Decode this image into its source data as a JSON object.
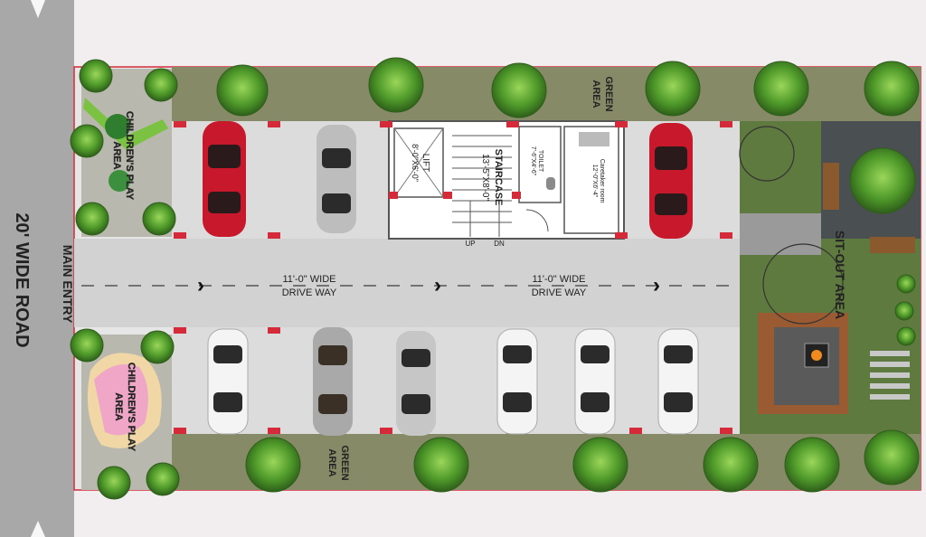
{
  "road": {
    "label": "20' WIDE ROAD"
  },
  "entry": {
    "label": "MAIN ENTRY"
  },
  "play_area": {
    "top": {
      "line1": "CHILDREN'S PLAY",
      "line2": "AREA"
    },
    "bottom": {
      "line1": "CHILDREN'S PLAY",
      "line2": "AREA"
    }
  },
  "green_area": {
    "top": {
      "line1": "GREEN",
      "line2": "AREA"
    },
    "bottom": {
      "line1": "GREEN",
      "line2": "AREA"
    }
  },
  "lift": {
    "line1": "LIFT",
    "line2": "8'-0\"X6'-0\""
  },
  "staircase": {
    "line1": "STAIRCASE",
    "line2": "13'-5\"X8'-0\"",
    "up": "UP",
    "dn": "DN"
  },
  "toilet": {
    "line1": "TOILET",
    "line2": "7'-6\"X4'-6\""
  },
  "caretaker": {
    "line1": "Caretaker room",
    "line2": "12'-0\"X6'-4\""
  },
  "driveway": [
    {
      "line1": "11'-0\" WIDE",
      "line2": "DRIVE WAY"
    },
    {
      "line1": "11'-0\" WIDE",
      "line2": "DRIVE WAY"
    }
  ],
  "sit_out": {
    "label": "SIT-OUT AREA"
  },
  "colors": {
    "road": "#a8a8a8",
    "pavement": "#dcdcdc",
    "green": "#868a67",
    "boundary": "#d52a3a",
    "car_red": "#c8192c",
    "car_white": "#f4f4f4",
    "car_silver": "#bdbdbd",
    "tree": "#4f9a2a",
    "lawn": "#5f7a3f"
  }
}
